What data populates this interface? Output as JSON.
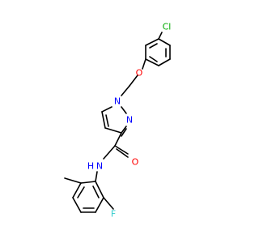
{
  "molecule": {
    "atoms": [
      {
        "id": "Cl",
        "label": "Cl",
        "color": "#00aa00"
      },
      {
        "id": "O_ether",
        "label": "O",
        "color": "#ff0000"
      },
      {
        "id": "N1",
        "label": "N",
        "color": "#0000ff"
      },
      {
        "id": "N2",
        "label": "N",
        "color": "#0000ff"
      },
      {
        "id": "O_carbonyl",
        "label": "O",
        "color": "#ff0000"
      },
      {
        "id": "N_amide",
        "label": "N",
        "color": "#0000ff"
      },
      {
        "id": "H_amide",
        "label": "H",
        "color": "#0000ff"
      },
      {
        "id": "F",
        "label": "F",
        "color": "#33cccc"
      }
    ]
  }
}
